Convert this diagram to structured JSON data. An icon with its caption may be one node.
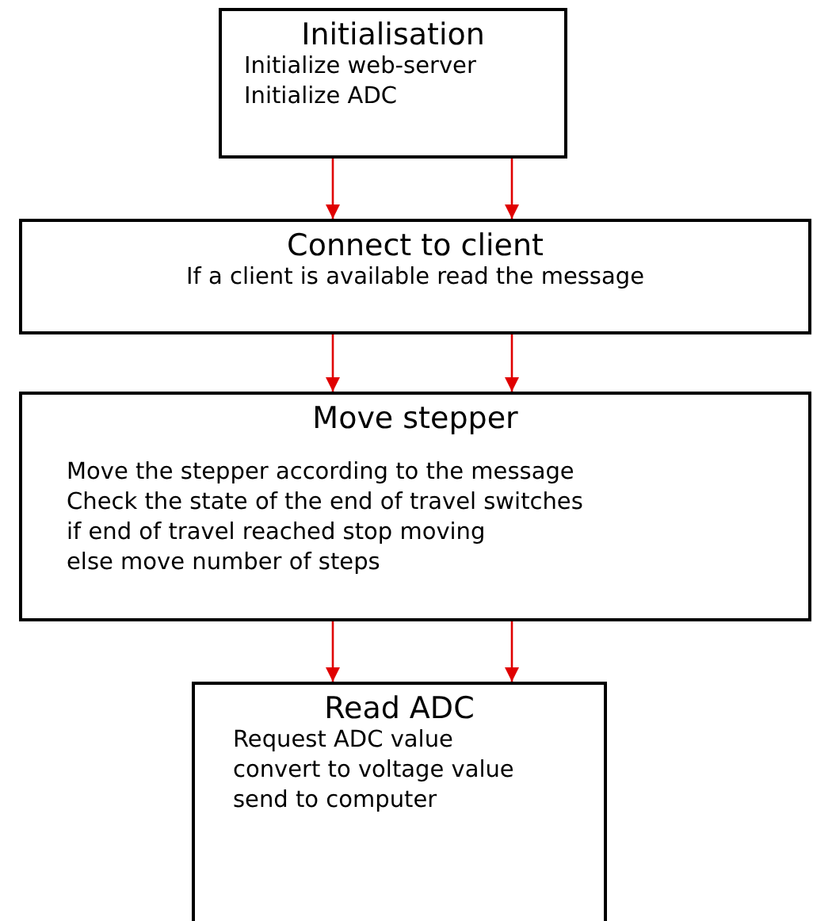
{
  "diagram": {
    "nodes": [
      {
        "text": [
          "Initialisation",
          "Initialize web-server",
          "Initialize ADC"
        ]
      },
      {
        "text": [
          "Connect to client",
          "If a client is available read the message"
        ]
      },
      {
        "text": [
          "Move stepper",
          "Move the stepper according to the message",
          "Check the state of the end of travel switches",
          "if end of travel reached stop moving",
          "else move number of steps"
        ]
      },
      {
        "text": [
          "Read ADC",
          "Request ADC value",
          "convert to voltage value",
          "send to computer"
        ]
      }
    ],
    "edges": [
      {
        "from": 0,
        "to": 1,
        "arrow": "to"
      },
      {
        "from": 0,
        "to": 1,
        "arrow": "to"
      },
      {
        "from": 1,
        "to": 2,
        "arrow": "to"
      },
      {
        "from": 1,
        "to": 2,
        "arrow": "to"
      },
      {
        "from": 2,
        "to": 3,
        "arrow": "to"
      },
      {
        "from": 2,
        "to": 3,
        "arrow": "to"
      }
    ]
  }
}
